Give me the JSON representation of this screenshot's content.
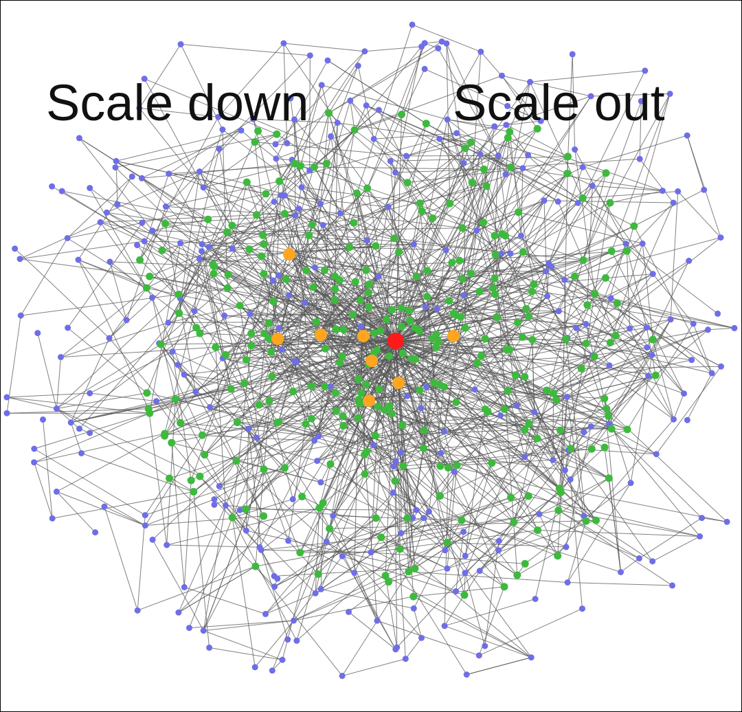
{
  "labels": {
    "left": "Scale down",
    "right": "Scale out"
  },
  "colors": {
    "hub": "#ff1a1a",
    "tier1": "#ffa51f",
    "tier2": "#3dba3d",
    "tier3": "#6e6ee8",
    "edge": "#555555",
    "text": "#111111"
  },
  "legend_counts": {
    "hub_nodes": 1,
    "tier1_nodes": 8
  }
}
